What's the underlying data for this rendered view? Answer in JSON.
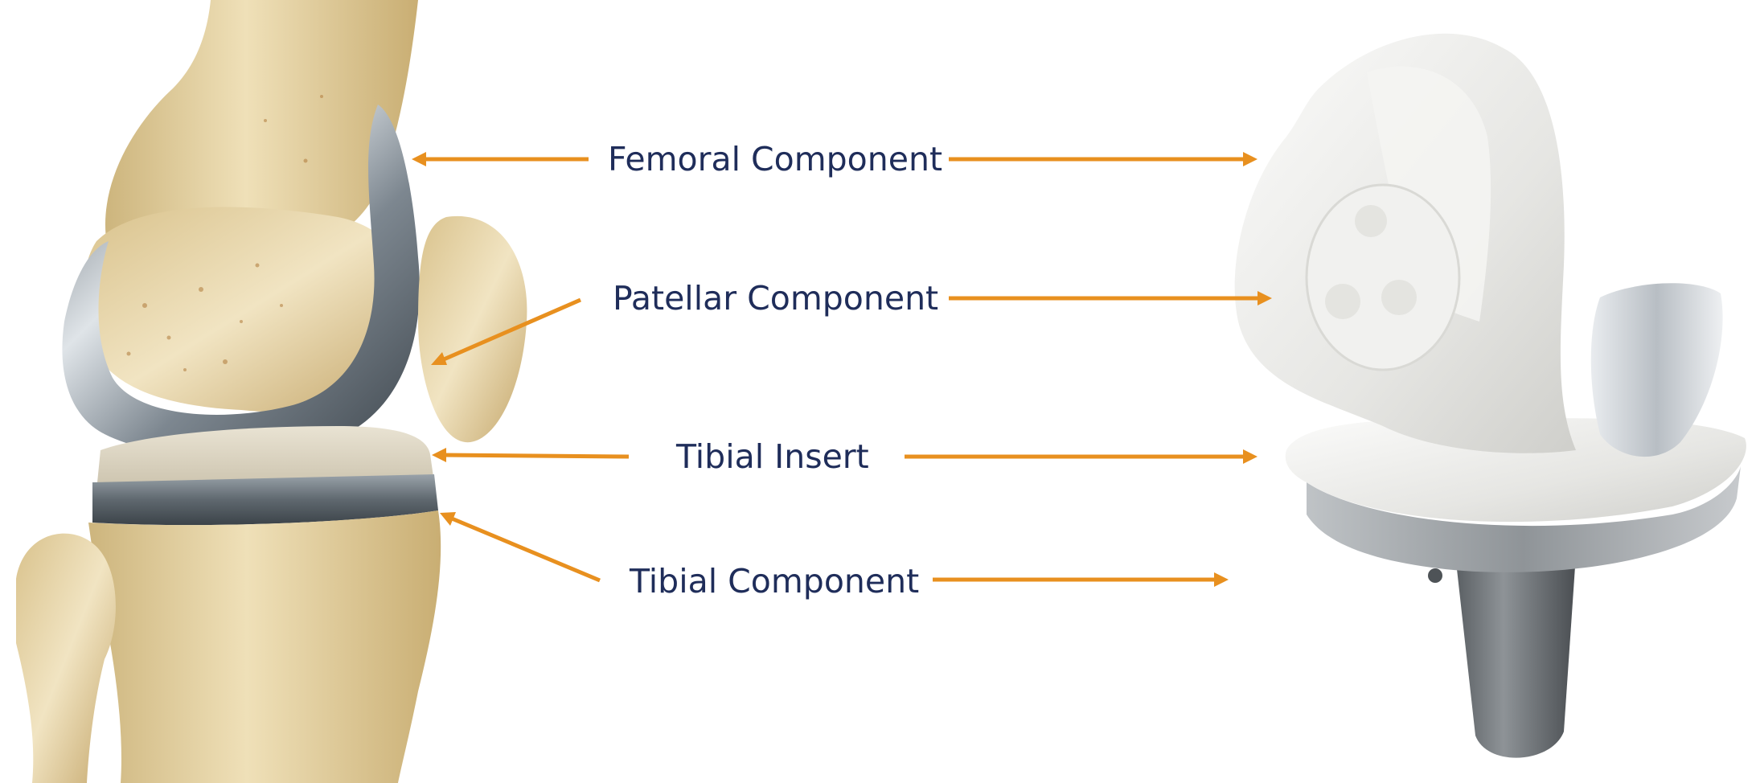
{
  "labels": {
    "femoral": "Femoral Component",
    "patellar": "Patellar Component",
    "tibial_insert": "Tibial Insert",
    "tibial_component": "Tibial Component"
  },
  "colors": {
    "label_text": "#1f2d5a",
    "arrow": "#e8901f",
    "bone": "#e6d3a4",
    "metal": "#8a949c",
    "polyethylene": "#ecebe6"
  },
  "images": {
    "left": "anatomical-knee-implant-illustration",
    "right": "knee-implant-product-photo"
  }
}
